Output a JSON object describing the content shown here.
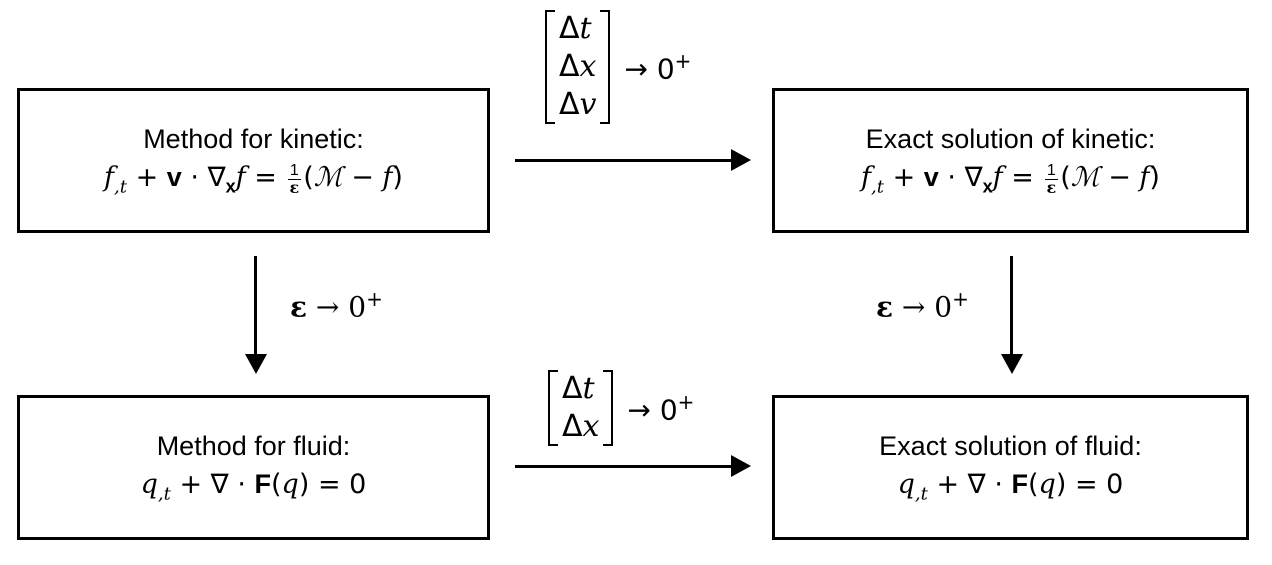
{
  "boxes": {
    "method_kinetic": {
      "title": "Method for kinetic:",
      "eq": {
        "f": "f",
        "sub": ",t",
        "plus": " + ",
        "v": "v",
        "dot": " · ∇",
        "x": "x",
        "f2": "f",
        "eqs": " = ",
        "one": "1",
        "eps": "ε",
        "lp": "(",
        "M": "ℳ",
        "minus": " − ",
        "f3": "f",
        "rp": ")"
      }
    },
    "exact_kinetic": {
      "title": "Exact solution of kinetic:",
      "eq": {
        "f": "f",
        "sub": ",t",
        "plus": " + ",
        "v": "v",
        "dot": " · ∇",
        "x": "x",
        "f2": "f",
        "eqs": " = ",
        "one": "1",
        "eps": "ε",
        "lp": "(",
        "M": "ℳ",
        "minus": " − ",
        "f3": "f",
        "rp": ")"
      }
    },
    "method_fluid": {
      "title": "Method for fluid:",
      "eq": {
        "q": "q",
        "sub": ",t",
        "plus": " + ∇ · ",
        "F": "F",
        "lp": "(",
        "q2": "q",
        "rp": ")",
        "eqs": " = 0"
      }
    },
    "exact_fluid": {
      "title": "Exact solution of fluid:",
      "eq": {
        "q": "q",
        "sub": ",t",
        "plus": " + ∇ · ",
        "F": "F",
        "lp": "(",
        "q2": "q",
        "rp": ")",
        "eqs": " = 0"
      }
    }
  },
  "top_arrow": {
    "rows": [
      {
        "delta": "Δ",
        "var": "t"
      },
      {
        "delta": "Δ",
        "var": "x"
      },
      {
        "delta": "Δ",
        "var": "v"
      }
    ],
    "limit": "→ 0",
    "sup": "+"
  },
  "bottom_arrow": {
    "rows": [
      {
        "delta": "Δ",
        "var": "t"
      },
      {
        "delta": "Δ",
        "var": "x"
      }
    ],
    "limit": "→ 0",
    "sup": "+"
  },
  "left_arrow": {
    "eps": "ε",
    "limit": " → 0",
    "sup": "+"
  },
  "right_arrow": {
    "eps": "ε",
    "limit": " → 0",
    "sup": "+"
  }
}
